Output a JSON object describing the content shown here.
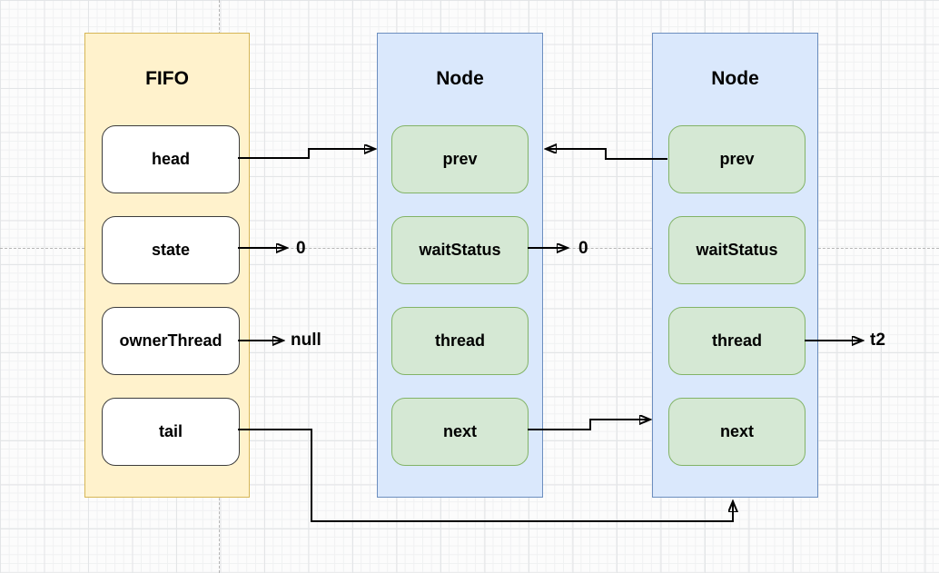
{
  "canvas": {
    "background": "#fcfcfc",
    "grid_minor_color": "#f0f1f2",
    "grid_major_color": "#e3e5e7",
    "page_boundary_dash_color": "#b7b7b7",
    "arrow_color": "#000000"
  },
  "columns": [
    {
      "title": "FIFO",
      "fill": "#FFF2CC",
      "stroke": "#D6B656",
      "item_fill": "#FFFFFF",
      "item_stroke": "#3c3c3c",
      "items": [
        {
          "label": "head"
        },
        {
          "label": "state"
        },
        {
          "label": "ownerThread"
        },
        {
          "label": "tail"
        }
      ]
    },
    {
      "title": "Node",
      "fill": "#DAE8FC",
      "stroke": "#6C8EBF",
      "item_fill": "#D5E8D4",
      "item_stroke": "#82B366",
      "items": [
        {
          "label": "prev"
        },
        {
          "label": "waitStatus"
        },
        {
          "label": "thread"
        },
        {
          "label": "next"
        }
      ]
    },
    {
      "title": "Node",
      "fill": "#DAE8FC",
      "stroke": "#6C8EBF",
      "item_fill": "#D5E8D4",
      "item_stroke": "#82B366",
      "items": [
        {
          "label": "prev"
        },
        {
          "label": "waitStatus"
        },
        {
          "label": "thread"
        },
        {
          "label": "next"
        }
      ]
    }
  ],
  "edges": [
    {
      "from": "FIFO.head",
      "to": "Node1.prev",
      "label": ""
    },
    {
      "from": "FIFO.state",
      "to": "",
      "label": "0"
    },
    {
      "from": "FIFO.ownerThread",
      "to": "",
      "label": "null"
    },
    {
      "from": "FIFO.tail",
      "to": "Node2",
      "label": ""
    },
    {
      "from": "Node1.waitStatus",
      "to": "",
      "label": "0"
    },
    {
      "from": "Node1.next",
      "to": "Node2.next",
      "label": ""
    },
    {
      "from": "Node2.prev",
      "to": "Node1.prev",
      "label": ""
    },
    {
      "from": "Node2.thread",
      "to": "",
      "label": "t2"
    }
  ]
}
